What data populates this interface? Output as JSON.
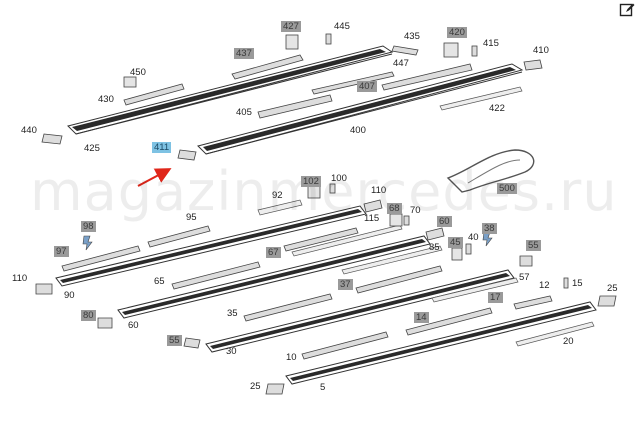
{
  "watermark": "magazinmercedes.ru",
  "colors": {
    "part_box": "#9a9a9a",
    "highlight": "#7ec2e3",
    "arrow": "#e0261a"
  },
  "icons": {
    "edit": "edit-icon"
  },
  "callouts": {
    "c1": "445",
    "c2": "427",
    "c3": "437",
    "c4": "435",
    "c5": "420",
    "c6": "415",
    "c7": "410",
    "c8": "447",
    "c9": "450",
    "c10": "430",
    "c11": "407",
    "c12": "405",
    "c13": "422",
    "c14": "440",
    "c15": "400",
    "c16": "425",
    "c17": "411",
    "c18": "100",
    "c19": "102",
    "c20": "110",
    "c21": "500",
    "c22": "92",
    "c23": "115",
    "c24": "68",
    "c25": "70",
    "c26": "95",
    "c27": "98",
    "c28": "60",
    "c29": "97",
    "c30": "67",
    "c31": "85",
    "c32": "45",
    "c33": "40",
    "c34": "38",
    "c35": "55",
    "c36": "110",
    "c37": "65",
    "c38": "57",
    "c39": "90",
    "c40": "37",
    "c41": "12",
    "c42": "15",
    "c43": "25",
    "c44": "17",
    "c45": "80",
    "c46": "35",
    "c47": "60",
    "c48": "14",
    "c49": "55",
    "c50": "30",
    "c51": "20",
    "c52": "10",
    "c53": "25",
    "c54": "5"
  }
}
